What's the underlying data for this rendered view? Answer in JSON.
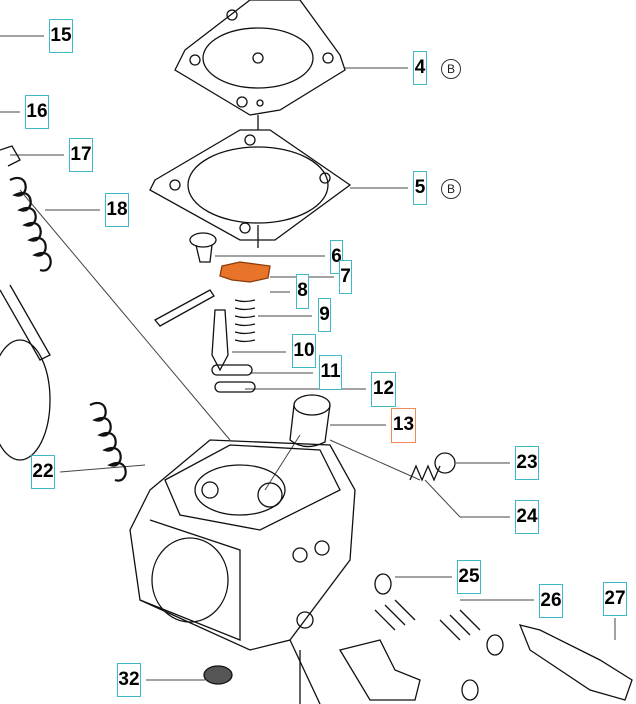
{
  "callouts": [
    {
      "id": "15",
      "label": "15"
    },
    {
      "id": "16",
      "label": "16"
    },
    {
      "id": "17",
      "label": "17"
    },
    {
      "id": "18",
      "label": "18"
    },
    {
      "id": "4",
      "label": "4"
    },
    {
      "id": "5",
      "label": "5"
    },
    {
      "id": "6",
      "label": "6"
    },
    {
      "id": "7",
      "label": "7"
    },
    {
      "id": "8",
      "label": "8"
    },
    {
      "id": "9",
      "label": "9"
    },
    {
      "id": "10",
      "label": "10"
    },
    {
      "id": "11",
      "label": "11"
    },
    {
      "id": "12",
      "label": "12"
    },
    {
      "id": "13",
      "label": "13",
      "highlighted": true
    },
    {
      "id": "22",
      "label": "22"
    },
    {
      "id": "23",
      "label": "23"
    },
    {
      "id": "24",
      "label": "24"
    },
    {
      "id": "25",
      "label": "25"
    },
    {
      "id": "26",
      "label": "26"
    },
    {
      "id": "27",
      "label": "27"
    },
    {
      "id": "32",
      "label": "32"
    }
  ],
  "kit_marks": {
    "part4": "B",
    "part5": "B"
  },
  "colors": {
    "callout_border": "#3fb8c8",
    "highlight_border": "#f08a5d",
    "highlight_part": "#e8742a"
  }
}
